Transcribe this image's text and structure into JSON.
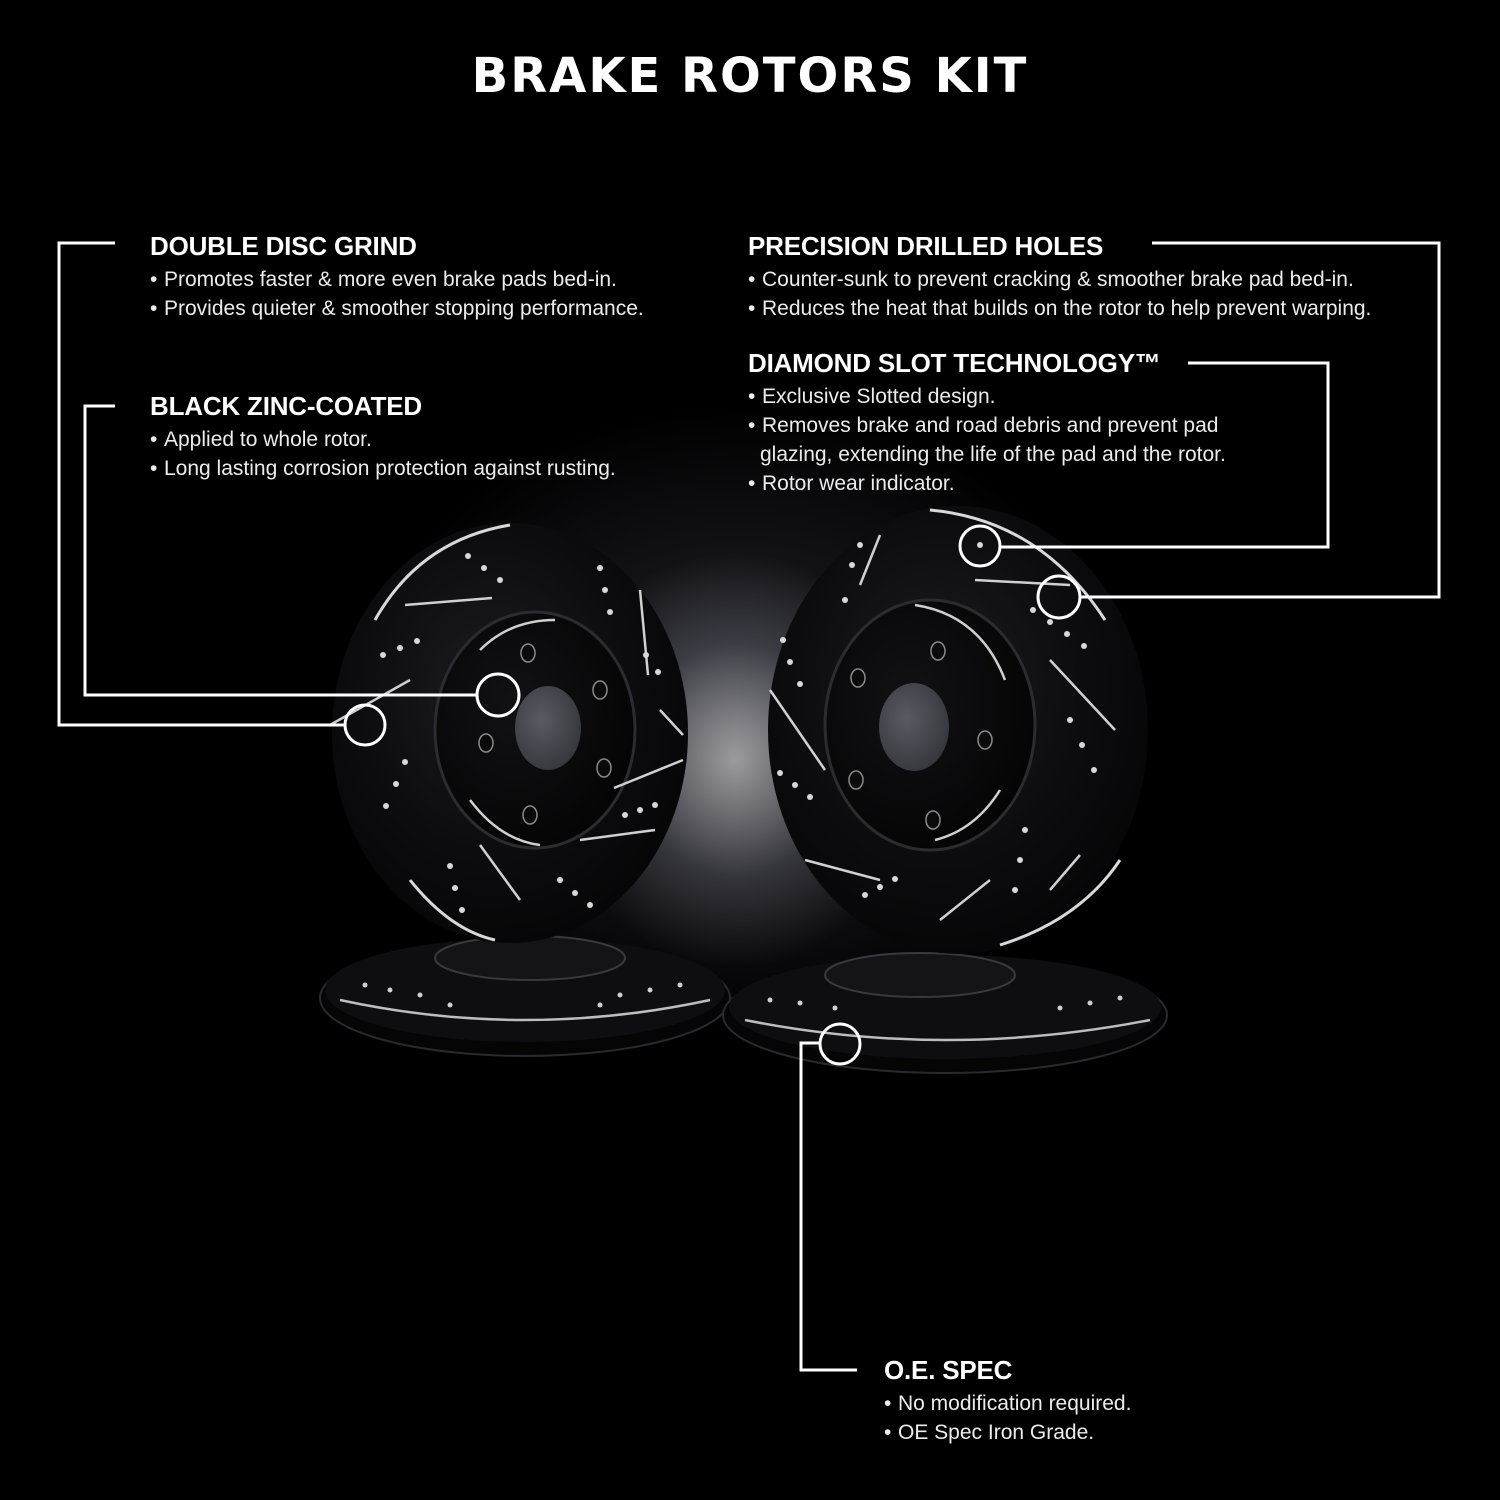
{
  "title": "BRAKE ROTORS KIT",
  "features": [
    {
      "id": "double-disc-grind",
      "heading": "DOUBLE DISC GRIND",
      "bullets": [
        "Promotes faster & more even brake pads bed-in.",
        "Provides quieter & smoother stopping performance."
      ]
    },
    {
      "id": "black-zinc-coated",
      "heading": "BLACK ZINC-COATED",
      "bullets": [
        "Applied to whole rotor.",
        "Long lasting corrosion protection against rusting."
      ]
    },
    {
      "id": "precision-drilled-holes",
      "heading": "PRECISION DRILLED HOLES",
      "bullets": [
        "Counter-sunk to prevent cracking & smoother brake pad bed-in.",
        "Reduces the heat that builds on the rotor to help prevent warping."
      ]
    },
    {
      "id": "diamond-slot-technology",
      "heading": "DIAMOND SLOT TECHNOLOGY™",
      "bullets": [
        "Exclusive Slotted design.",
        "Removes brake and road debris and prevent pad",
        "glazing, extending the life of the pad and the rotor.",
        "Rotor wear indicator."
      ]
    },
    {
      "id": "oe-spec",
      "heading": "O.E. SPEC",
      "bullets": [
        "No modification required.",
        "OE Spec Iron Grade."
      ]
    }
  ],
  "bullet_glyph": "•",
  "colors": {
    "background": "#000000",
    "text": "#ffffff",
    "callout_line": "#ffffff",
    "rotor_body": "#0b0b0d",
    "rotor_highlight": "#d8d8d8",
    "hub_bore": "#4a4a52"
  },
  "product_image": {
    "subject": "brake-rotors",
    "rotor_count": 4,
    "style": "black zinc-coated drilled and slotted rotors"
  }
}
